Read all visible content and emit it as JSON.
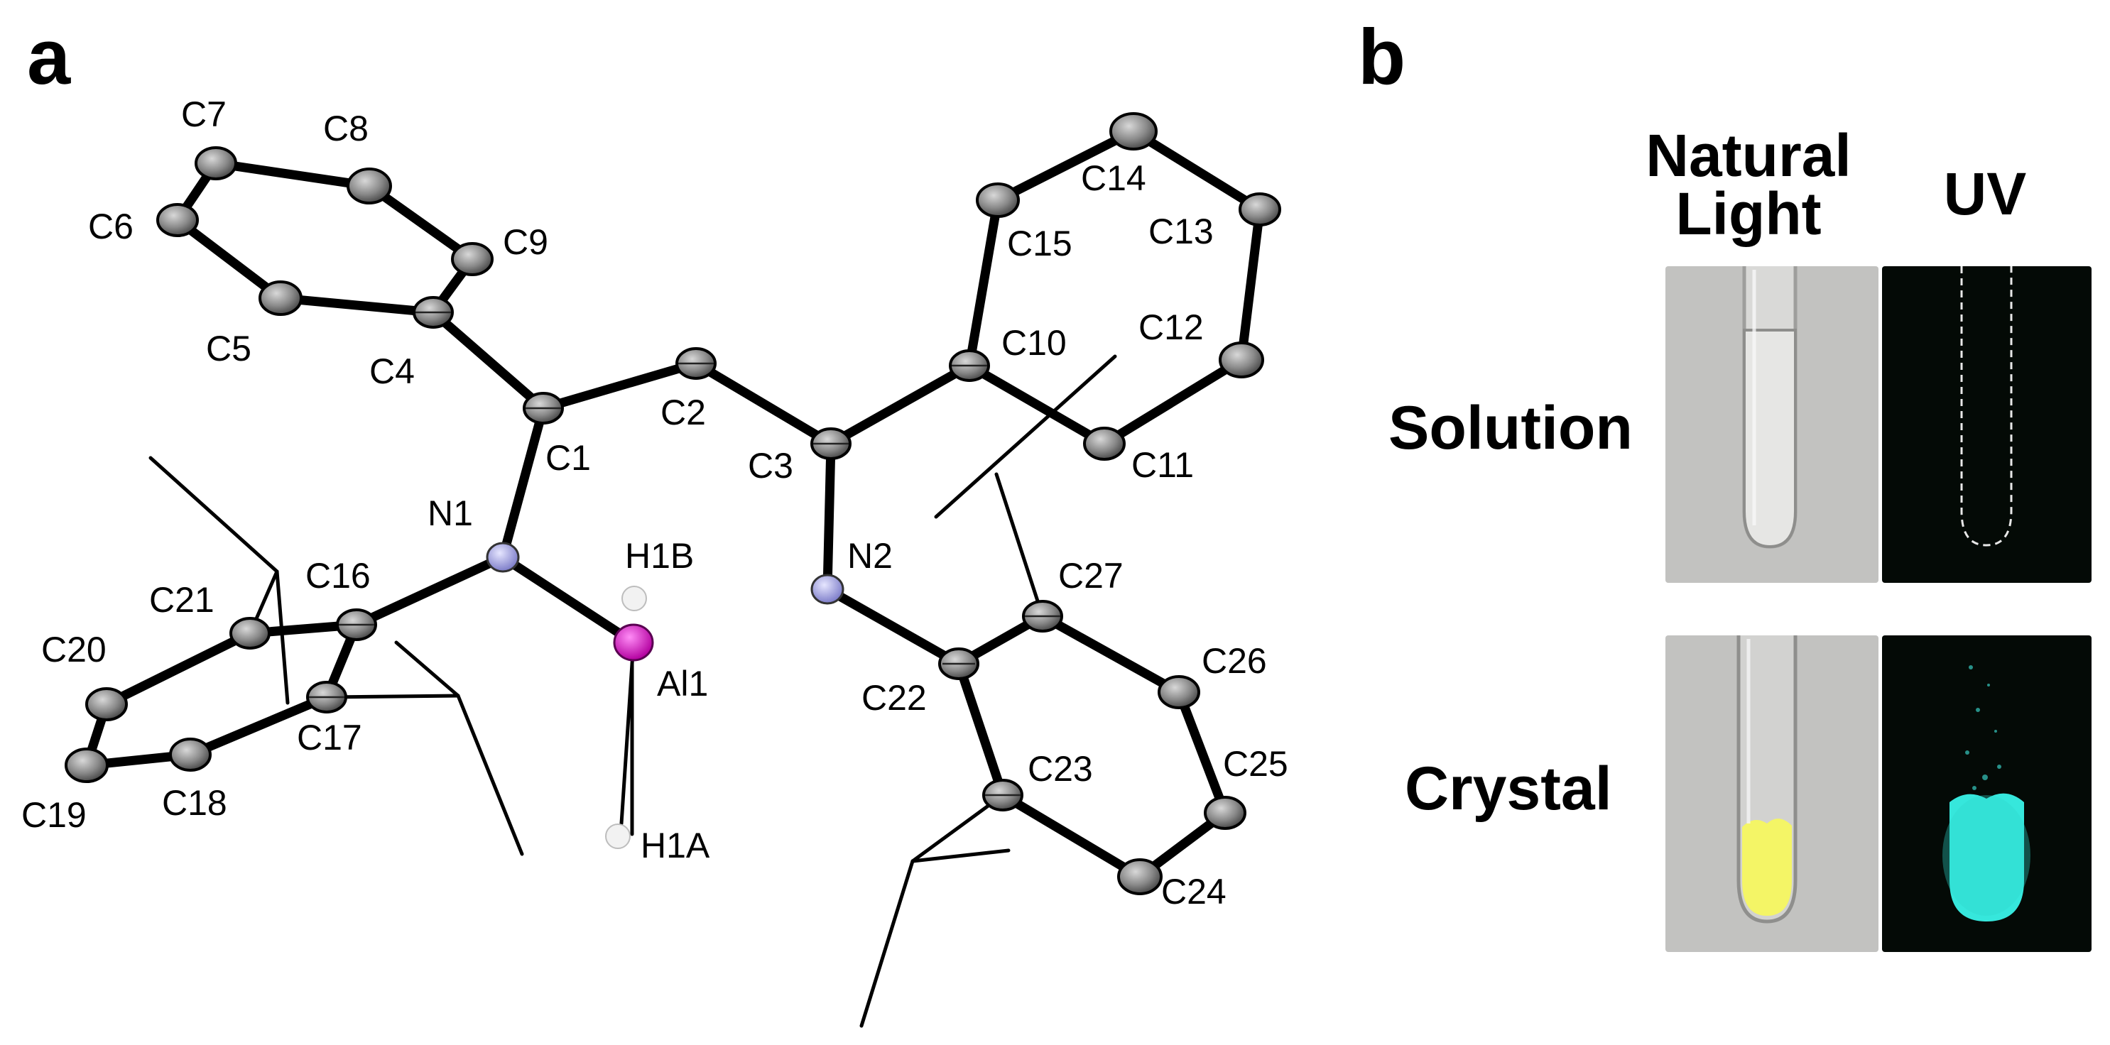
{
  "panels": {
    "a": {
      "letter": "a",
      "atoms": {
        "C1": "C1",
        "C2": "C2",
        "C3": "C3",
        "C4": "C4",
        "C5": "C5",
        "C6": "C6",
        "C7": "C7",
        "C8": "C8",
        "C9": "C9",
        "C10": "C10",
        "C11": "C11",
        "C12": "C12",
        "C13": "C13",
        "C14": "C14",
        "C15": "C15",
        "C16": "C16",
        "C17": "C17",
        "C18": "C18",
        "C19": "C19",
        "C20": "C20",
        "C21": "C21",
        "C22": "C22",
        "C23": "C23",
        "C24": "C24",
        "C25": "C25",
        "C26": "C26",
        "C27": "C27",
        "N1": "N1",
        "N2": "N2",
        "Al1": "Al1",
        "H1A": "H1A",
        "H1B": "H1B"
      },
      "colors": {
        "carbon": "#8a8a8a",
        "nitrogen": "#a9a9e0",
        "aluminum": "#e01ad6",
        "hydrogen": "#f2f2f2",
        "bond": "#000000"
      }
    },
    "b": {
      "letter": "b",
      "column_headers": {
        "natural_line1": "Natural",
        "natural_line2": "Light",
        "uv": "UV"
      },
      "row_labels": {
        "solution": "Solution",
        "crystal": "Crystal"
      },
      "colors": {
        "photo_bg": "#c6c6c4",
        "uv_bg": "#040a06",
        "crystal_natural": "#f4f566",
        "crystal_uv": "#36e7dc"
      }
    }
  }
}
